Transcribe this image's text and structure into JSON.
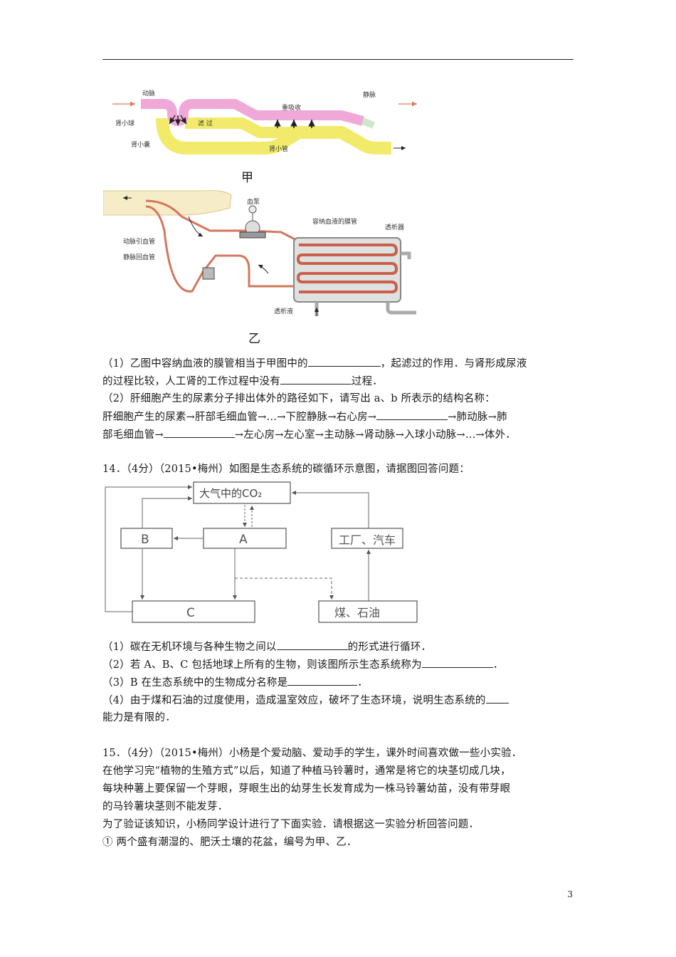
{
  "figure_jia": {
    "label_artery": "动脉",
    "label_vein": "静脉",
    "label_glomerulus": "肾小球",
    "label_filtration": "滤 过",
    "label_reabsorption": "重吸收",
    "label_capsule": "肾小囊",
    "label_tubule": "肾小管",
    "caption": "甲"
  },
  "figure_yi": {
    "label_pump": "血泵",
    "label_membrane_tube": "容纳血液的膜管",
    "label_dialyzer": "透析器",
    "label_artery_tube": "动脉引血管",
    "label_vein_tube": "静脉回血管",
    "label_dialysate": "透析液",
    "caption": "乙"
  },
  "q13": {
    "l1a": "（1）乙图中容纳血液的膜管相当于甲图中的",
    "l1b": "，起滤过的作用．与肾形成尿液",
    "l2a": "的过程比较，人工肾的工作过程中没有",
    "l2b": "过程．",
    "l3": "（2）肝细胞产生的尿素分子排出体外的路径如下，请写出 a、b 所表示的结构名称：",
    "l4a": "肝细胞产生的尿素→肝部毛细血管→…→下腔静脉→右心房→",
    "l4b": "→肺动脉→肺",
    "l5a": "部毛细血管→",
    "l5b": "→左心房→左心室→主动脉→肾动脉→入球小动脉→…→体外．"
  },
  "q14": {
    "title": "14．（4分）（2015•梅州）如图是生态系统的碳循环示意图，请据图回答问题：",
    "diagram": {
      "co2": "大气中的CO₂",
      "a": "A",
      "b": "B",
      "c": "C",
      "factory": "工厂、汽车",
      "fuel": "煤、石油"
    },
    "l1a": "（1）碳在无机环境与各种生物之间以",
    "l1b": "的形式进行循环．",
    "l2a": "（2）若 A、B、C 包括地球上所有的生物，则该图所示生态系统称为",
    "l2b": "．",
    "l3a": "（3）B 在生态系统中的生物成分名称是",
    "l3b": "．",
    "l4a": "（4）由于煤和石油的过度使用，造成温室效应，破坏了生态环境，说明生态系统的",
    "l5": "能力是有限的．"
  },
  "q15": {
    "l1": "15．（4分）（2015•梅州）小杨是个爱动脑、爱动手的学生，课外时间喜欢做一些小实验．",
    "l2": "在他学习完“植物的生殖方式”以后，知道了种植马铃薯时，通常是将它的块茎切成几块，",
    "l3": "每块种薯上要保留一个芽眼，芽眼生出的幼芽生长发育成为一株马铃薯幼苗，没有带芽眼",
    "l4": "的马铃薯块茎则不能发芽．",
    "l5": "为了验证该知识，小杨同学设计进行了下面实验．请根据这一实验分析回答问题．",
    "l6": "① 两个盛有潮湿的、肥沃土壤的花盆，编号为甲、乙．"
  },
  "page_number": "3"
}
